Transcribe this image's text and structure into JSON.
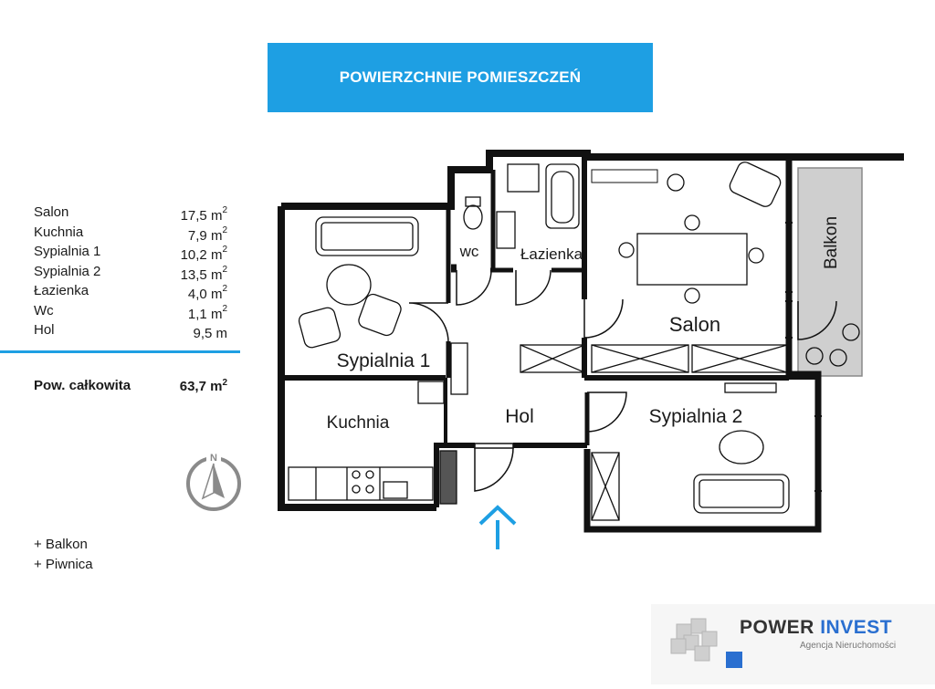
{
  "header": {
    "title": "POWIERZCHNIE POMIESZCZEŃ"
  },
  "areas": [
    {
      "name": "Salon",
      "value": "17,5 m",
      "sup": "2"
    },
    {
      "name": "Kuchnia",
      "value": "7,9 m",
      "sup": "2"
    },
    {
      "name": "Sypialnia 1",
      "value": "10,2 m",
      "sup": "2"
    },
    {
      "name": "Sypialnia 2",
      "value": "13,5 m",
      "sup": "2"
    },
    {
      "name": "Łazienka",
      "value": "4,0 m",
      "sup": "2"
    },
    {
      "name": "Wc",
      "value": "1,1 m",
      "sup": "2"
    },
    {
      "name": "Hol",
      "value": "9,5 m",
      "sup": ""
    }
  ],
  "total": {
    "label": "Pow. całkowita",
    "value": "63,7 m",
    "sup": "2"
  },
  "extras": [
    "+ Balkon",
    "+ Piwnica"
  ],
  "rooms": {
    "salon": "Salon",
    "kuchnia": "Kuchnia",
    "sypialnia1": "Sypialnia 1",
    "sypialnia2": "Sypialnia 2",
    "lazienka": "Łazienka",
    "wc": "wc",
    "hol": "Hol",
    "balkon": "Balkon"
  },
  "compass": {
    "label": "N"
  },
  "logo": {
    "brand_part1": "POWER",
    "brand_part2": "INVEST",
    "subtitle": "Agencja Nieruchomości"
  },
  "colors": {
    "accent": "#1e9fe3",
    "wall": "#111111",
    "balcony": "#cfcfcf"
  }
}
